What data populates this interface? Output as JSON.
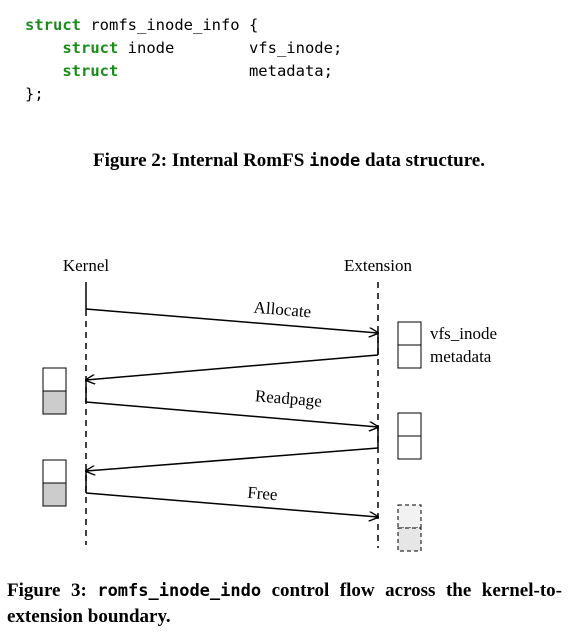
{
  "code": {
    "line1": {
      "kw": "struct",
      "rest": " romfs_inode_info {"
    },
    "line2": {
      "kw": "struct",
      "rest": " inode        vfs_inode;"
    },
    "line3": {
      "kw": "struct",
      "rest": "              metadata;"
    },
    "line4": "};"
  },
  "figure2": {
    "prefix": "Figure 2: Internal RomFS ",
    "mono": "inode",
    "suffix": " data structure."
  },
  "figure3": {
    "prefix": "Figure 3: ",
    "mono": "romfs_inode_indo",
    "suffix": " control flow across the kernel-to-extension boundary."
  },
  "diagram": {
    "kernel_label": "Kernel",
    "extension_label": "Extension",
    "messages": [
      "Allocate",
      "Readpage",
      "Free"
    ],
    "field_labels": [
      "vfs_inode",
      "metadata"
    ]
  }
}
